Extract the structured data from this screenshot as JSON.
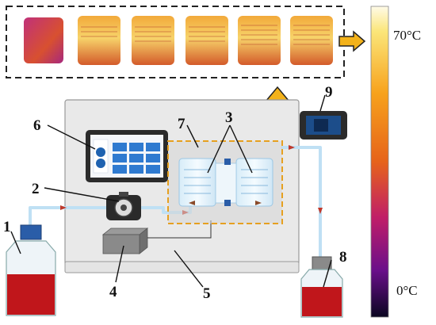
{
  "labels": {
    "n1": "1",
    "n2": "2",
    "n3": "3",
    "n4": "4",
    "n5": "5",
    "n6": "6",
    "n7": "7",
    "n8": "8",
    "n9": "9"
  },
  "colorbar": {
    "max_label": "70°C",
    "min_label": "0°C"
  },
  "thermal_images": {
    "count": 6
  },
  "colors": {
    "liquid": "#c0161b",
    "bottle_cap_left": "#2a5da8",
    "arrow": "#f3b21a",
    "dashed_box_orange": "#e6a020",
    "panel": "#e9e9e9"
  },
  "icons": {
    "screen": "touchscreen-controller-icon",
    "pump": "peristaltic-pump-icon",
    "box": "power-supply-box-icon",
    "camera": "thermal-camera-icon"
  }
}
